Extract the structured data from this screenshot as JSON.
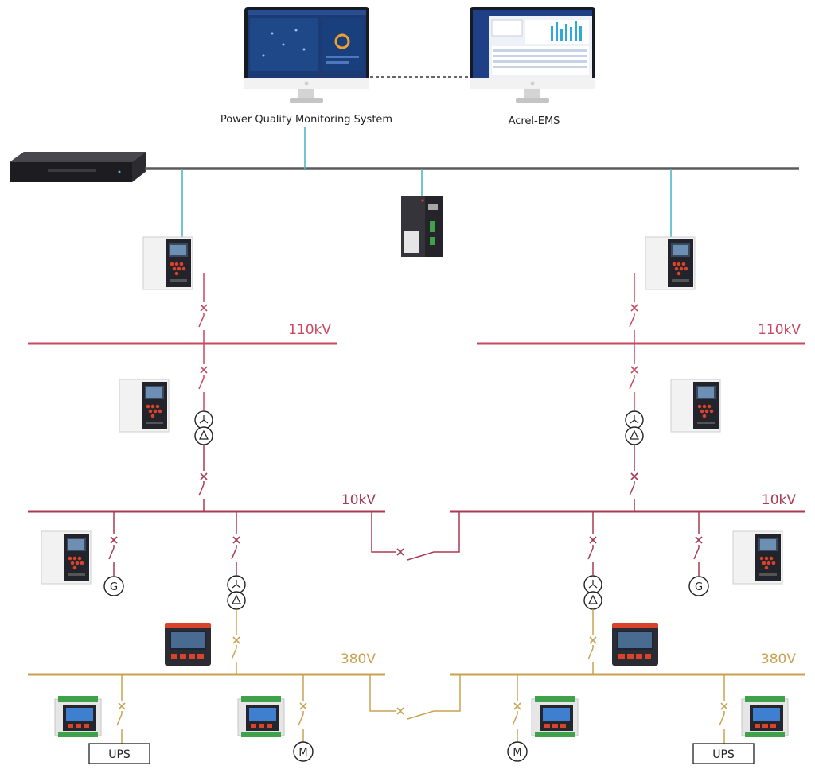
{
  "systems": {
    "left_label": "Power Quality Monitoring System",
    "right_label": "Acrel-EMS"
  },
  "buses": {
    "hv": "110kV",
    "mv": "10kV",
    "lv": "380V"
  },
  "loads": {
    "generator": "G",
    "motor": "M",
    "ups": "UPS"
  },
  "colors": {
    "hv": "#c8485f",
    "mv": "#a83a52",
    "lv": "#c8a250",
    "network": "#5c5c5c",
    "comm": "#4fb8c8",
    "device_dark": "#23232b",
    "device_red": "#d9422b"
  },
  "icons": [
    "monitor-icon",
    "network-switch-icon",
    "gateway-icon",
    "protection-relay-icon",
    "power-quality-meter-icon",
    "din-rail-meter-icon",
    "transformer-icon",
    "breaker-icon",
    "generator-icon",
    "motor-icon"
  ]
}
